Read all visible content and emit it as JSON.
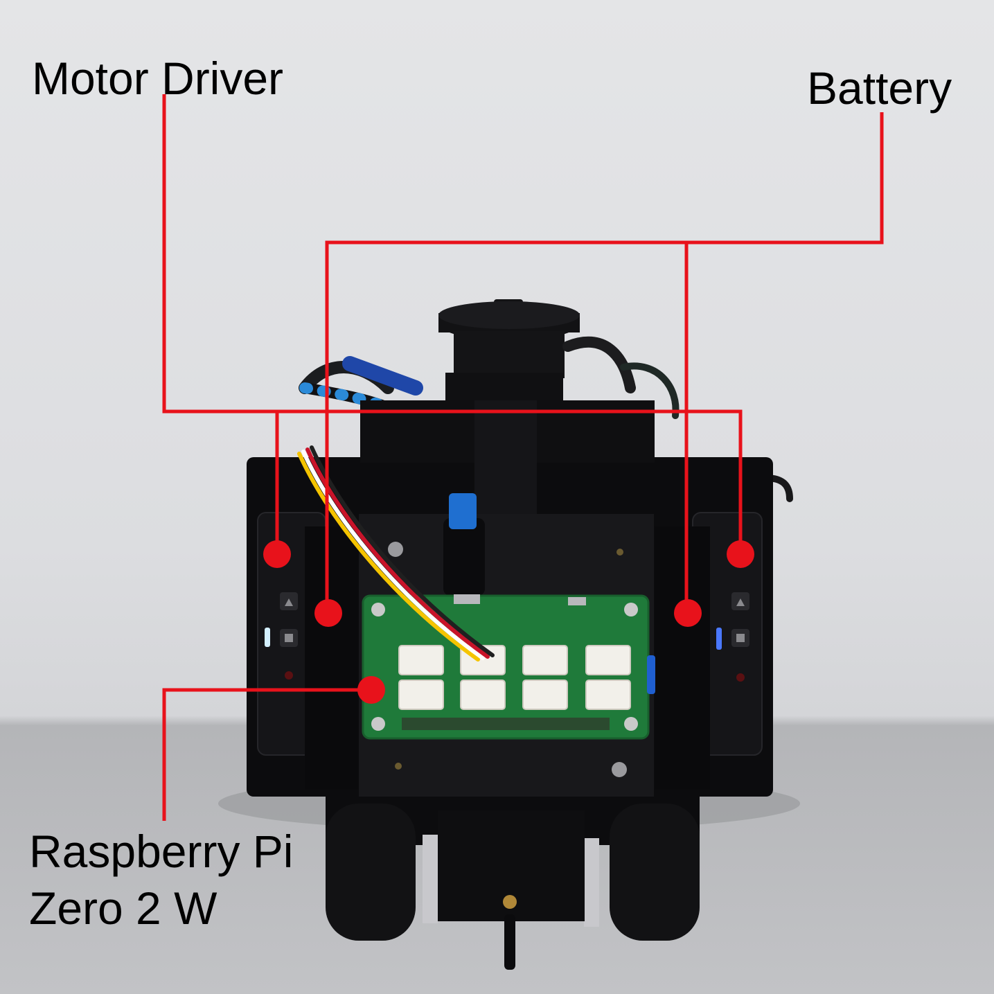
{
  "annotations": {
    "motor_driver": {
      "label": "Motor Driver"
    },
    "battery": {
      "label": "Battery"
    },
    "raspberry_pi": {
      "line1": "Raspberry Pi",
      "line2": "Zero 2 W"
    }
  },
  "colors": {
    "callout_line": "#e8121b",
    "callout_dot": "#e8121b",
    "chassis": "#0d0d0f",
    "pcb": "#1f7a3a",
    "background": "#e2e3e5"
  }
}
